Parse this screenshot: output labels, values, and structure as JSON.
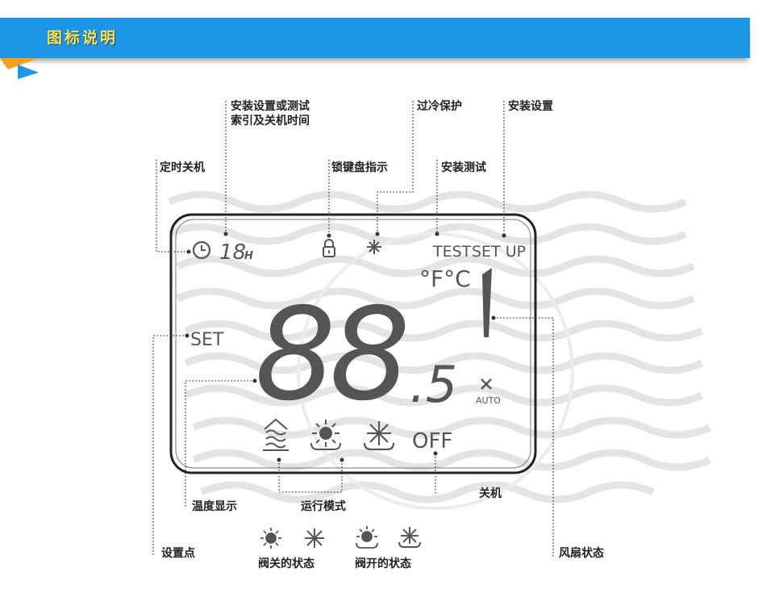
{
  "header": {
    "title": "图标说明"
  },
  "labels": {
    "timer_off": "定时关机",
    "install_index_line1": "安装设置或测试",
    "install_index_line2": "索引及关机时间",
    "keylock": "锁键盘指示",
    "overcool": "过冷保护",
    "install_test": "安装测试",
    "install_setup": "安装设置",
    "temp_display": "温度显示",
    "run_mode": "运行模式",
    "shutdown": "关机",
    "setpoint": "设置点",
    "fan_state": "风扇状态",
    "valve_closed": "阀关的状态",
    "valve_open": "阀开的状态"
  },
  "lcd": {
    "timer_value": "18",
    "timer_unit": "H",
    "test": "TEST",
    "setup": "SET UP",
    "unit": "°F°C",
    "set": "SET",
    "main_digits": "88",
    "decimal": ".5",
    "auto": "AUTO",
    "off": "OFF"
  }
}
